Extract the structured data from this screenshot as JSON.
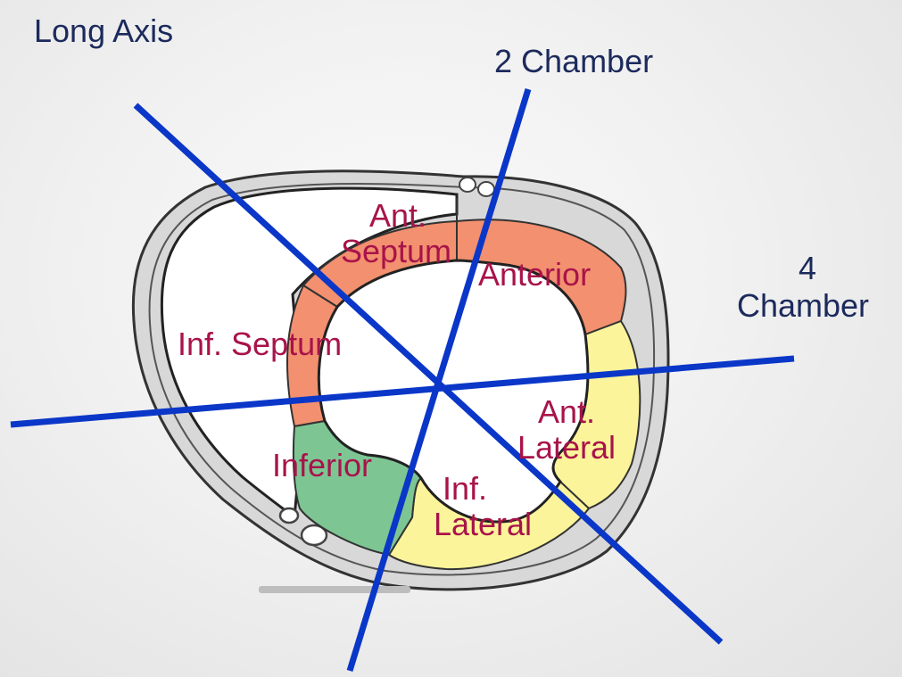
{
  "colors": {
    "plane_text": "#1c2a5c",
    "segment_text": "#a8134a",
    "plane_line": "#0a37c8",
    "segment_anterior_septal": "#f2906f",
    "segment_lateral": "#fbf49a",
    "segment_inferior": "#7dc694"
  },
  "planes": {
    "long_axis": "Long Axis",
    "two_chamber": "2 Chamber",
    "four_chamber_line1": "4",
    "four_chamber_line2": "Chamber"
  },
  "segments": {
    "ant_septum_line1": "Ant.",
    "ant_septum_line2": "Septum",
    "anterior": "Anterior",
    "inf_septum": "Inf. Septum",
    "ant_lateral_line1": "Ant.",
    "ant_lateral_line2": "Lateral",
    "inferior": "Inferior",
    "inf_lateral_line1": "Inf.",
    "inf_lateral_line2": "Lateral"
  },
  "icons": [
    "short-axis-heart-illustration"
  ]
}
